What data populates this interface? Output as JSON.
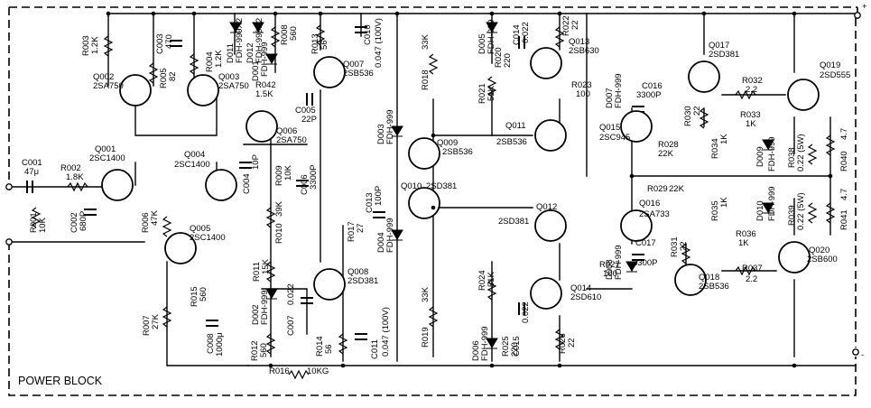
{
  "block_title": "POWER BLOCK",
  "terminals": {
    "positive": "+",
    "negative": "-"
  },
  "transistors": [
    {
      "ref": "Q001",
      "part": "2SC1400"
    },
    {
      "ref": "Q002",
      "part": "2SA750"
    },
    {
      "ref": "Q003",
      "part": "2SA750"
    },
    {
      "ref": "Q004",
      "part": "2SC1400"
    },
    {
      "ref": "Q005",
      "part": "2SC1400"
    },
    {
      "ref": "Q006",
      "part": "2SA750"
    },
    {
      "ref": "Q007",
      "part": "2SB536"
    },
    {
      "ref": "Q008",
      "part": "2SD381"
    },
    {
      "ref": "Q009",
      "part": "2SB536"
    },
    {
      "ref": "Q010",
      "part": "2SD381"
    },
    {
      "ref": "Q011",
      "part": "2SB536"
    },
    {
      "ref": "Q012",
      "part": "2SD381"
    },
    {
      "ref": "Q013",
      "part": "2SB630"
    },
    {
      "ref": "Q014",
      "part": "2SD610"
    },
    {
      "ref": "Q015",
      "part": "2SC945"
    },
    {
      "ref": "Q016",
      "part": "2SA733"
    },
    {
      "ref": "Q017",
      "part": "2SD381"
    },
    {
      "ref": "Q018",
      "part": "2SB536"
    },
    {
      "ref": "Q019",
      "part": "2SD555"
    },
    {
      "ref": "Q020",
      "part": "2SB600"
    }
  ],
  "resistors": [
    {
      "ref": "R001",
      "value": "10K"
    },
    {
      "ref": "R002",
      "value": "1.8K"
    },
    {
      "ref": "R003",
      "value": "1.2K"
    },
    {
      "ref": "R004",
      "value": "1.2K"
    },
    {
      "ref": "R005",
      "value": "82"
    },
    {
      "ref": "R006",
      "value": "47K"
    },
    {
      "ref": "R007",
      "value": "27K"
    },
    {
      "ref": "R008",
      "value": "560"
    },
    {
      "ref": "R009",
      "value": "10K"
    },
    {
      "ref": "R010",
      "value": "39K"
    },
    {
      "ref": "R011",
      "value": "15K"
    },
    {
      "ref": "R012",
      "value": "560"
    },
    {
      "ref": "R013",
      "value": "56"
    },
    {
      "ref": "R014",
      "value": "56"
    },
    {
      "ref": "R015",
      "value": "560"
    },
    {
      "ref": "R016",
      "value": "10KG"
    },
    {
      "ref": "R017",
      "value": "27"
    },
    {
      "ref": "R018",
      "value": "33K"
    },
    {
      "ref": "R019",
      "value": "33K"
    },
    {
      "ref": "R020",
      "value": "220"
    },
    {
      "ref": "R021",
      "value": "51K"
    },
    {
      "ref": "R022",
      "value": "22"
    },
    {
      "ref": "R023",
      "value": "100"
    },
    {
      "ref": "R024",
      "value": "51K"
    },
    {
      "ref": "R025",
      "value": "220"
    },
    {
      "ref": "R026",
      "value": "22"
    },
    {
      "ref": "R027",
      "value": "100"
    },
    {
      "ref": "R028",
      "value": "22K"
    },
    {
      "ref": "R029",
      "value": "22K"
    },
    {
      "ref": "R030",
      "value": "22"
    },
    {
      "ref": "R031",
      "value": "22"
    },
    {
      "ref": "R032",
      "value": "2.2"
    },
    {
      "ref": "R033",
      "value": "1K"
    },
    {
      "ref": "R034",
      "value": "1K"
    },
    {
      "ref": "R035",
      "value": "1K"
    },
    {
      "ref": "R036",
      "value": "1K"
    },
    {
      "ref": "R037",
      "value": "2.2"
    },
    {
      "ref": "R038",
      "value": "0.22 (5W)"
    },
    {
      "ref": "R039",
      "value": "0.22 (5W)"
    },
    {
      "ref": "R040",
      "value": "4.7"
    },
    {
      "ref": "R041",
      "value": "4.7"
    },
    {
      "ref": "R042",
      "value": "1.5K"
    }
  ],
  "capacitors": [
    {
      "ref": "C001",
      "value": "47μ"
    },
    {
      "ref": "C002",
      "value": "680P"
    },
    {
      "ref": "C003",
      "value": "470"
    },
    {
      "ref": "C004",
      "value": "10P"
    },
    {
      "ref": "C005",
      "value": "22P"
    },
    {
      "ref": "C006",
      "value": "3300P"
    },
    {
      "ref": "C007",
      "value": "0.022"
    },
    {
      "ref": "C008",
      "value": "1000μ"
    },
    {
      "ref": "C010",
      "value": "0.047 (100V)"
    },
    {
      "ref": "C011",
      "value": "0.047 (100V)"
    },
    {
      "ref": "C013",
      "value": "100P"
    },
    {
      "ref": "C014",
      "value": "0.022"
    },
    {
      "ref": "C015",
      "value": "0.022"
    },
    {
      "ref": "C016",
      "value": "3300P"
    },
    {
      "ref": "C017",
      "value": "3300P"
    }
  ],
  "diodes": [
    {
      "ref": "D001",
      "part": "FDH-999"
    },
    {
      "ref": "D002",
      "part": "FDH-999"
    },
    {
      "ref": "D003",
      "part": "FDH-999"
    },
    {
      "ref": "D004",
      "part": "FDH-999"
    },
    {
      "ref": "D005",
      "part": "FDH-999"
    },
    {
      "ref": "D006",
      "part": "FDH-999"
    },
    {
      "ref": "D007",
      "part": "FDH-999"
    },
    {
      "ref": "D008",
      "part": "FDH-999"
    },
    {
      "ref": "D009",
      "part": "FDH-999"
    },
    {
      "ref": "D010",
      "part": "FDH-999"
    },
    {
      "ref": "D011",
      "part": "FDH-999X2"
    },
    {
      "ref": "D012",
      "part": "FDH-999X2"
    }
  ]
}
